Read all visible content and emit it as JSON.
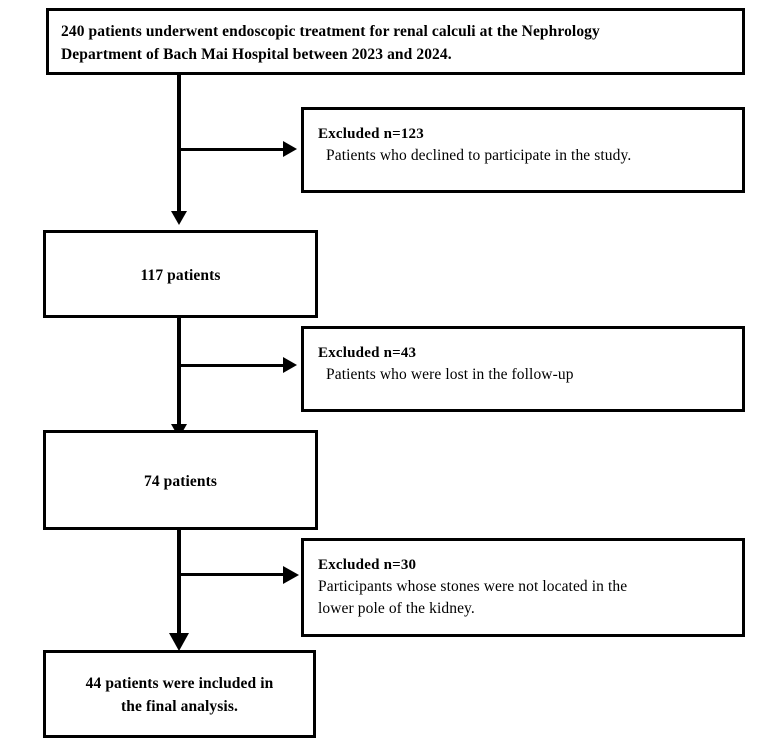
{
  "diagram": {
    "type": "participant-flow-diagram",
    "title_text": "",
    "colors": {
      "stroke": "#000000",
      "background": "#ffffff",
      "text": "#000000"
    },
    "nodes": {
      "enrollment": {
        "line1": "240 patients underwent endoscopic treatment for renal calculi at the Nephrology",
        "line2": "Department of Bach Mai Hospital between 2023 and 2024."
      },
      "cohort_1": {
        "label": "117 patients"
      },
      "cohort_2": {
        "label": "74 patients"
      },
      "final": {
        "line1": "44 patients were included in",
        "line2": "the final analysis."
      }
    },
    "exclusions": [
      {
        "heading": "Excluded  n=123",
        "count": 123,
        "reason_line1": "Patients who declined to participate in the study.",
        "reason_line2": ""
      },
      {
        "heading": "Excluded  n=43",
        "count": 43,
        "reason_line1": "Patients who were lost in the follow-up",
        "reason_line2": ""
      },
      {
        "heading": "Excluded  n=30",
        "count": 30,
        "reason_line1": " Participants whose stones were not located in the",
        "reason_line2": "lower pole of the kidney."
      }
    ],
    "flow_counts": {
      "enrolled": 240,
      "after_exclusion_1": 117,
      "after_exclusion_2": 74,
      "analyzed": 44
    }
  }
}
